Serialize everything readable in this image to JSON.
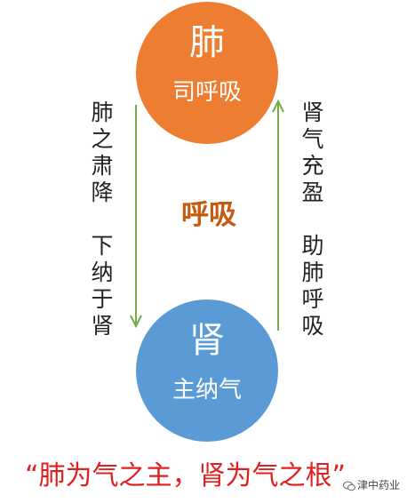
{
  "colors": {
    "lung": "#ED7D31",
    "kidney": "#5B9BD5",
    "arrow": "#70AD47",
    "center_text": "#C55A11",
    "quote": "#E02020"
  },
  "lung": {
    "title": "肺",
    "subtitle": "司呼吸"
  },
  "kidney": {
    "title": "肾",
    "subtitle": "主纳气"
  },
  "center_label": "呼吸",
  "left_texts": [
    "肺之肃降",
    "下纳于肾"
  ],
  "right_texts": [
    "肾气充盈",
    "助肺呼吸"
  ],
  "quote": "“肺为气之主，肾为气之根”",
  "watermark": {
    "icon": "wechat-icon",
    "text": "津中药业"
  }
}
